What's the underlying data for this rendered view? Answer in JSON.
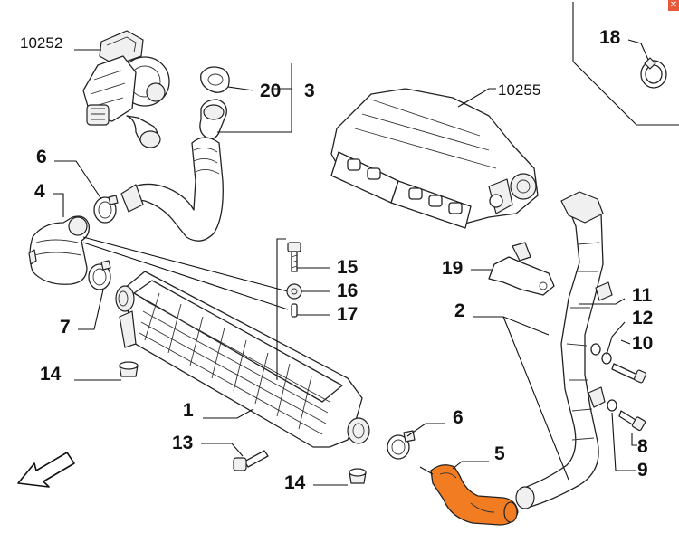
{
  "colors": {
    "highlight_part": "#f27c22",
    "line": "#111111",
    "background": "#ffffff"
  },
  "labels": {
    "p10252": "10252",
    "p20": "20",
    "p3": "3",
    "p10255": "10255",
    "p18": "18",
    "p6a": "6",
    "p4": "4",
    "p7": "7",
    "p15": "15",
    "p16": "16",
    "p17": "17",
    "p19": "19",
    "p11": "11",
    "p2": "2",
    "p12": "12",
    "p10": "10",
    "p14a": "14",
    "p1": "1",
    "p6b": "6",
    "p13": "13",
    "p5": "5",
    "p8": "8",
    "p9": "9",
    "p14b": "14"
  },
  "icons": {
    "direction": "arrow-down-left-icon",
    "close": "close-icon"
  }
}
